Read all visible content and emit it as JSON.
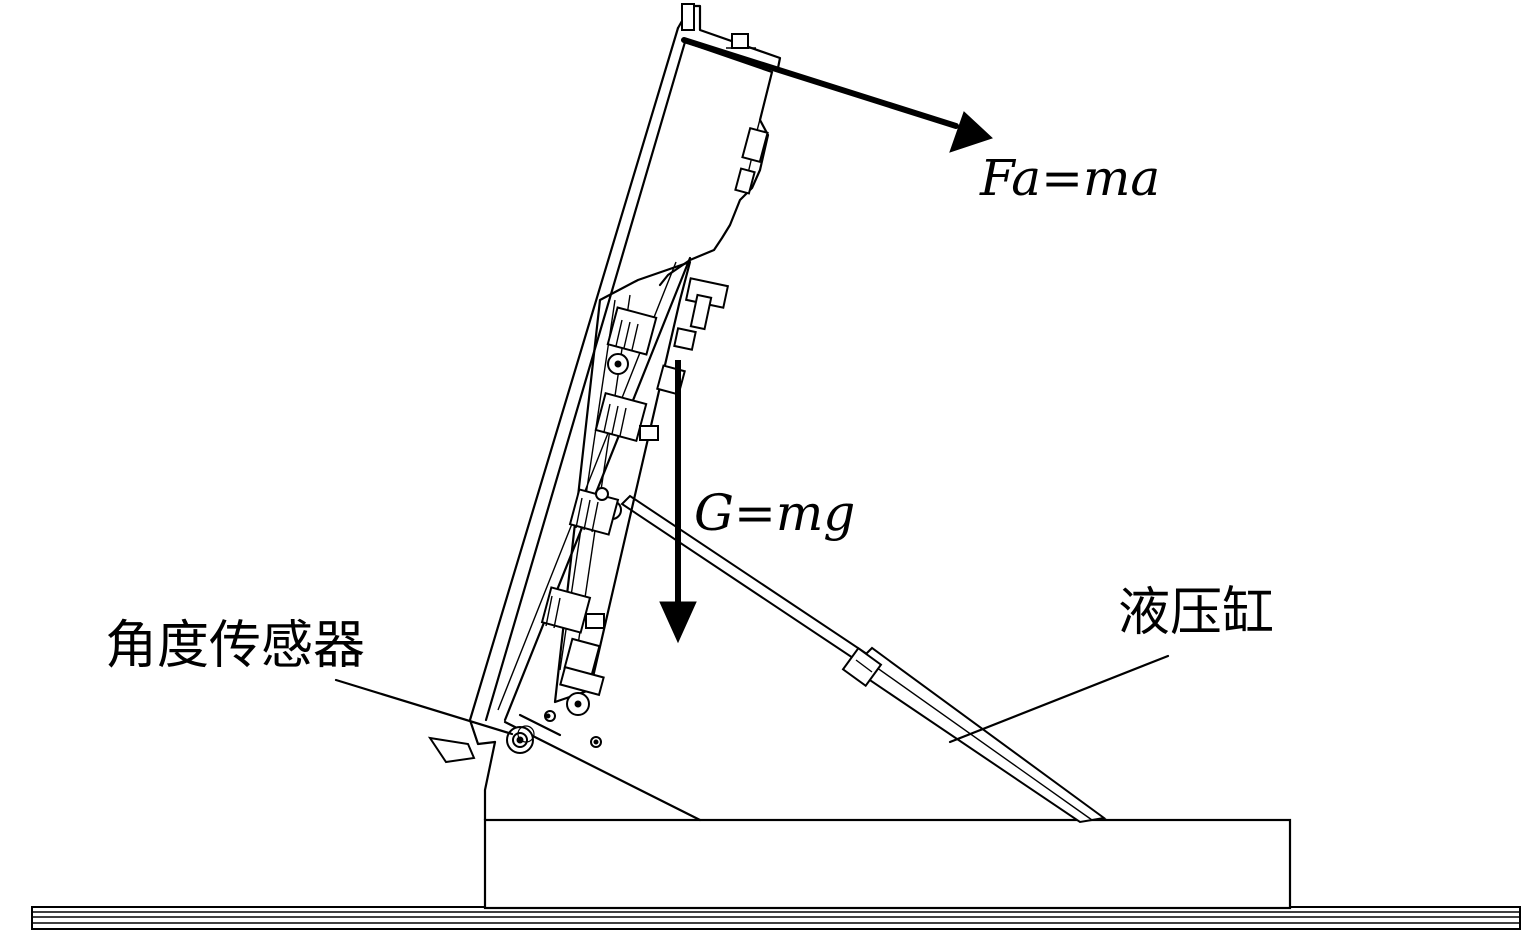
{
  "labels": {
    "inertial_force": "Fa=ma",
    "gravity": "G=mg",
    "angle_sensor": "角度传感器",
    "hydraulic_cylinder": "液压缸"
  },
  "colors": {
    "line": "#000000",
    "background": "#ffffff"
  }
}
